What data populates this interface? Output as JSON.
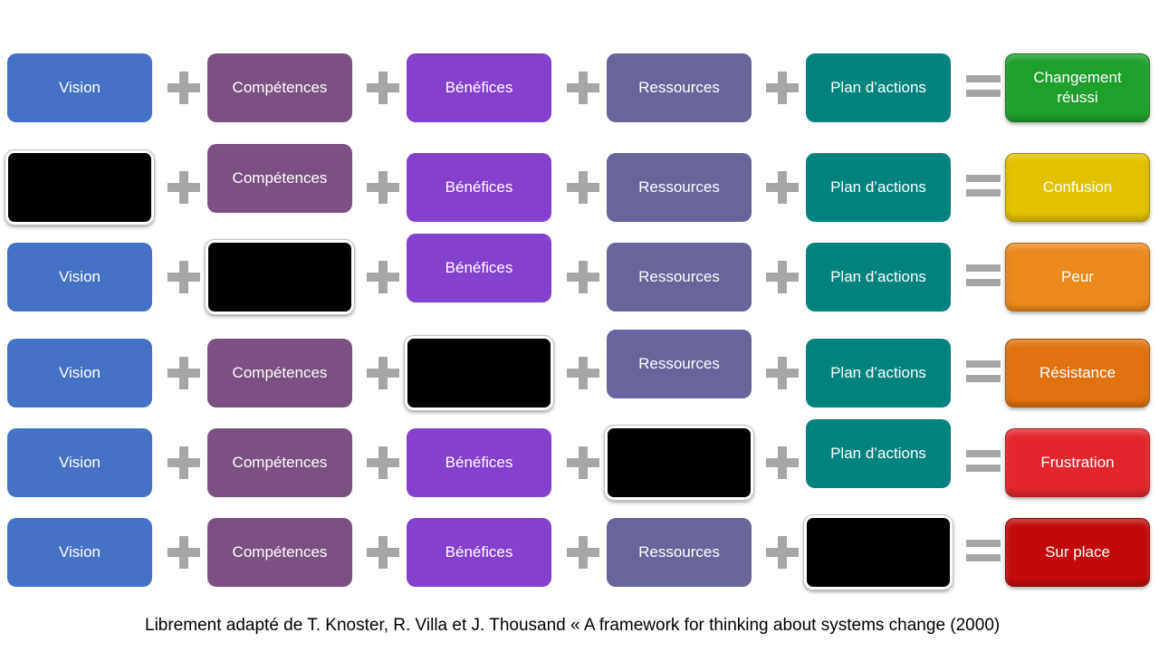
{
  "columns": [
    {
      "label": "Vision",
      "color": "#4472c4"
    },
    {
      "label": "Compétences",
      "color": "#7a5180"
    },
    {
      "label": "Bénéfices",
      "color": "#8441cc"
    },
    {
      "label": "Ressources",
      "color": "#67659b"
    },
    {
      "label": "Plan d’actions",
      "color": "#00827f"
    }
  ],
  "rows": [
    {
      "missing": -1,
      "result": "Changement réussi",
      "result_color": "#1fa02b"
    },
    {
      "missing": 0,
      "result": "Confusion",
      "result_color": "#e4c100"
    },
    {
      "missing": 1,
      "result": "Peur",
      "result_color": "#ec8a1c"
    },
    {
      "missing": 2,
      "result": "Résistance",
      "result_color": "#e0720f"
    },
    {
      "missing": 3,
      "result": "Frustration",
      "result_color": "#e3262a"
    },
    {
      "missing": 4,
      "result": "Sur place",
      "result_color": "#c20a0a"
    }
  ],
  "caption": "Librement adapté de T. Knoster, R. Villa et J. Thousand « A framework for thinking about systems change (2000)"
}
